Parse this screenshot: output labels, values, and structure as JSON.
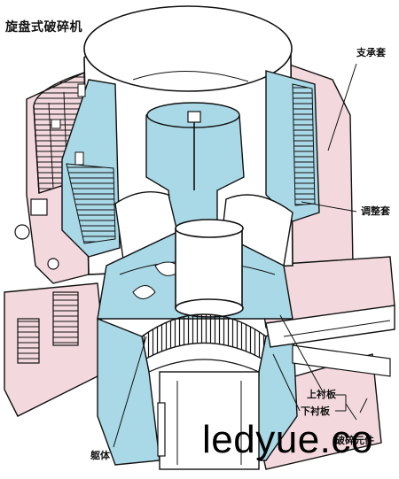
{
  "title": "旋盘式破碎机",
  "labels": {
    "support_sleeve": "支承套",
    "adjust_sleeve": "调整套",
    "upper_liner": "上衬板",
    "lower_liner": "下衬板",
    "body": "躯体",
    "crush_element": "破碎元件"
  },
  "watermark": "ledyue.co",
  "colors": {
    "fill_blue": "#a9d8e6",
    "fill_pink": "#f3d9de",
    "fill_white": "#ffffff",
    "line": "#111111"
  }
}
